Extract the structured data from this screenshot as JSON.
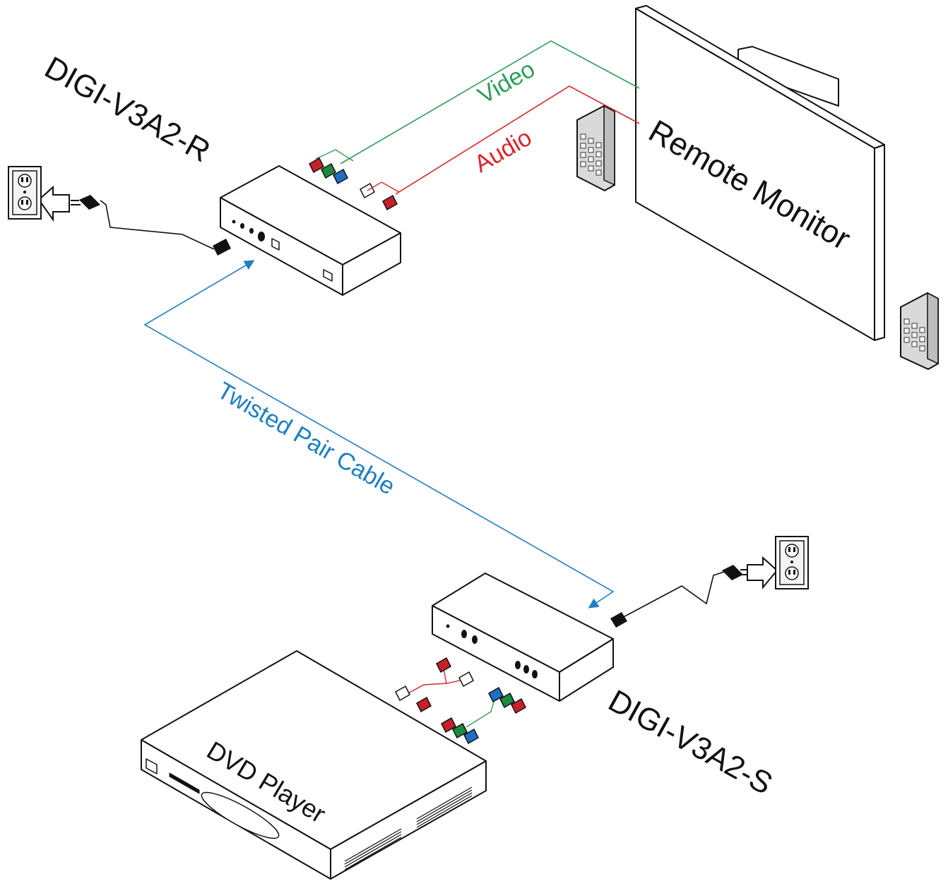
{
  "labels": {
    "receiver": "DIGI-V3A2-R",
    "sender": "DIGI-V3A2-S",
    "video": "Video",
    "audio": "Audio",
    "cable": "Twisted Pair Cable",
    "monitor": "Remote Monitor",
    "dvd": "DVD Player"
  },
  "colors": {
    "video": "#2e9e58",
    "audio": "#d8262b",
    "cable": "#1f7fc1",
    "ink": "#111111",
    "rca_red": "#c8202a",
    "rca_green": "#1f8a3c",
    "rca_blue": "#1c6fc1"
  }
}
